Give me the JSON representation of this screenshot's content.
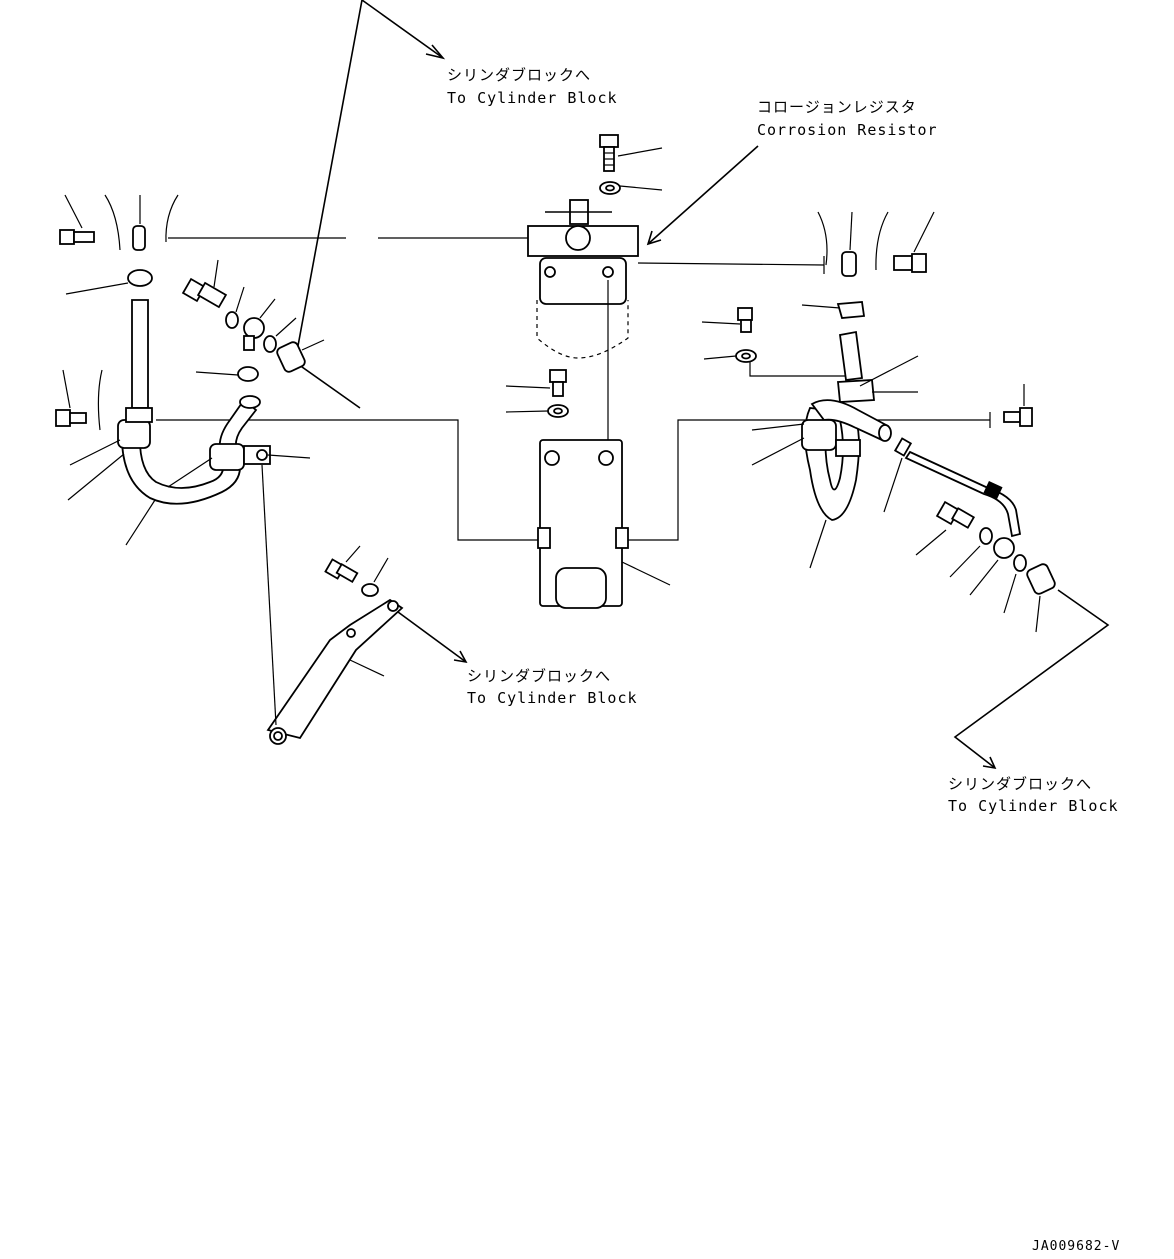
{
  "labels": {
    "cyl_block_top_jp": "シリンダブロックへ",
    "cyl_block_top_en": "To Cylinder Block",
    "corrosion_jp": "コロージョンレジスタ",
    "corrosion_en": "Corrosion Resistor",
    "cyl_block_mid_jp": "シリンダブロックへ",
    "cyl_block_mid_en": "To Cylinder Block",
    "cyl_block_right_jp": "シリンダブロックへ",
    "cyl_block_right_en": "To Cylinder Block",
    "drawing_number": "JA009682-V"
  }
}
